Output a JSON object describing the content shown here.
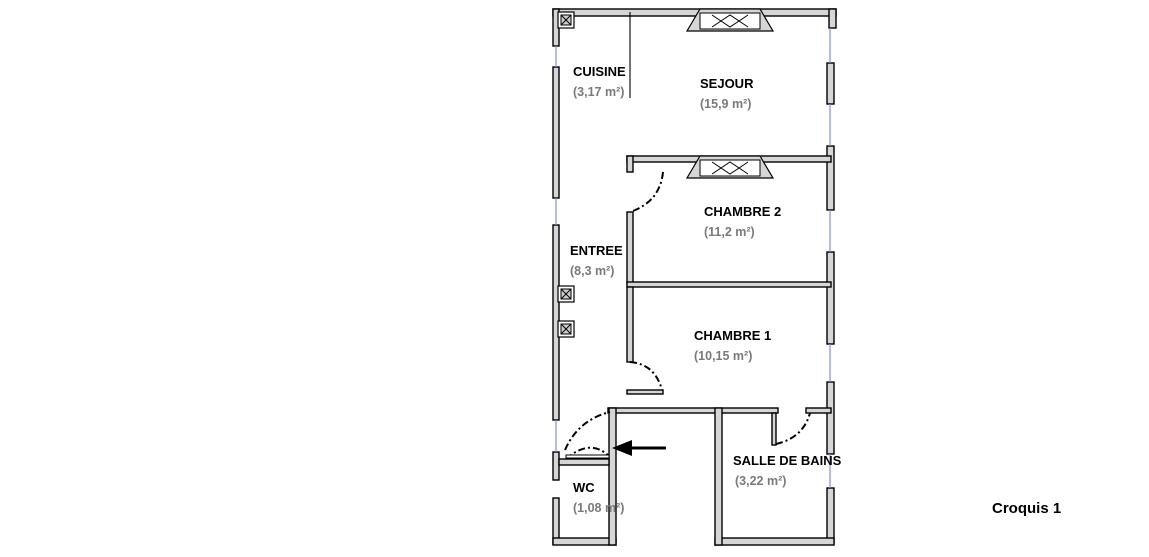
{
  "rooms": [
    {
      "id": "cuisine",
      "name": "CUISINE",
      "area": "(3,17 m²)"
    },
    {
      "id": "sejour",
      "name": "SEJOUR",
      "area": "(15,9 m²)"
    },
    {
      "id": "chambre2",
      "name": "CHAMBRE 2",
      "area": "(11,2 m²)"
    },
    {
      "id": "entree",
      "name": "ENTREE",
      "area": "(8,3 m²)"
    },
    {
      "id": "chambre1",
      "name": "CHAMBRE 1",
      "area": "(10,15 m²)"
    },
    {
      "id": "sdb",
      "name": "SALLE DE BAINS",
      "area": "(3,22 m²)"
    },
    {
      "id": "wc",
      "name": "WC",
      "area": "(1,08 m²)"
    }
  ],
  "caption": "Croquis 1",
  "colors": {
    "wall_fill": "#d6d6d6",
    "window_glass": "#7f8fe0",
    "area_text": "#7a7a7a"
  }
}
